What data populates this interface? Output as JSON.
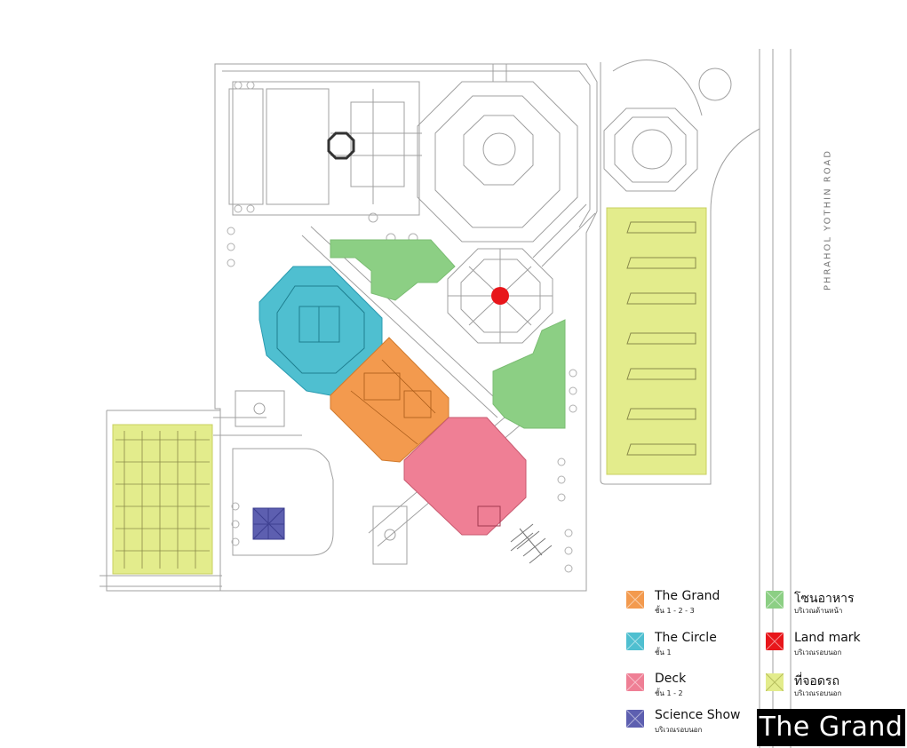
{
  "road_label": "PHRAHOL YOTHIN ROAD",
  "badge": "The Grand",
  "colors": {
    "grand": "#f39a4e",
    "circle": "#4fbfd0",
    "deck": "#ef7f95",
    "science": "#5d5fb0",
    "food": "#8ccf84",
    "landmark": "#e8161b",
    "parking": "#e3ec8c",
    "linework": "#9a9a9a"
  },
  "legend": [
    {
      "key": "grand",
      "title": "The Grand",
      "subtitle": "ชั้น 1 - 2 - 3"
    },
    {
      "key": "circle",
      "title": "The Circle",
      "subtitle": "ชั้น 1"
    },
    {
      "key": "deck",
      "title": "Deck",
      "subtitle": "ชั้น 1 - 2"
    },
    {
      "key": "science",
      "title": "Science Show",
      "subtitle": "บริเวณรอบนอก"
    },
    {
      "key": "food",
      "title": "โซนอาหาร",
      "subtitle": "บริเวณด้านหน้า"
    },
    {
      "key": "landmark",
      "title": "Land mark",
      "subtitle": "บริเวณรอบนอก"
    },
    {
      "key": "parking",
      "title": "ที่จอดรถ",
      "subtitle": "บริเวณรอบนอก"
    }
  ]
}
